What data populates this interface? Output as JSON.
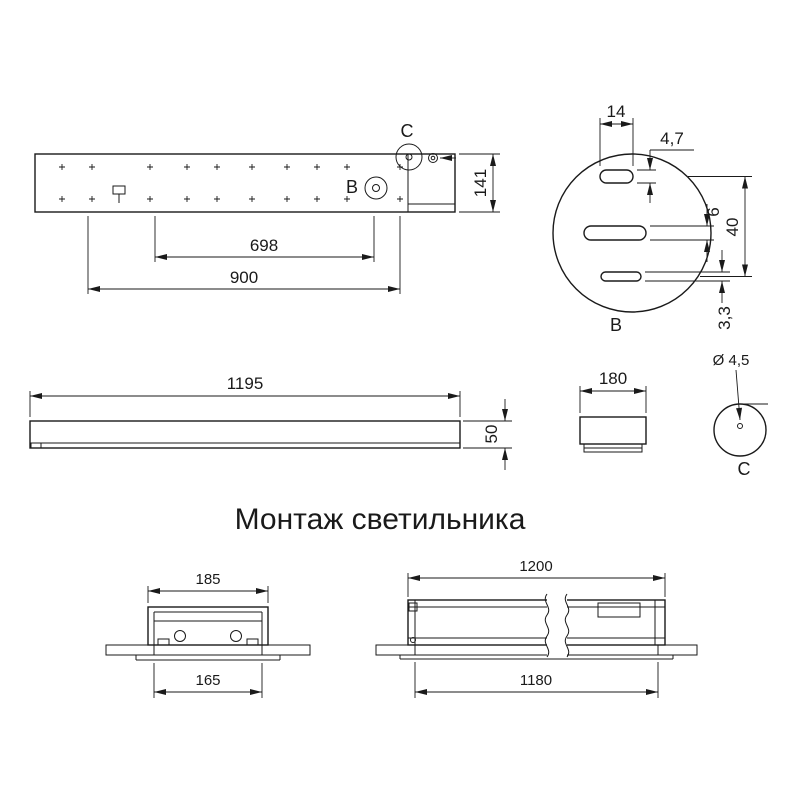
{
  "title": "Монтаж светильника",
  "views": {
    "plan": {
      "dim_698": "698",
      "dim_900": "900",
      "dim_141": "141",
      "label_B": "B",
      "label_C": "C"
    },
    "detailB": {
      "label": "B",
      "dim_14": "14",
      "dim_4_7": "4,7",
      "dim_6": "6",
      "dim_40": "40",
      "dim_3_3": "3,3"
    },
    "side": {
      "dim_1195": "1195",
      "dim_50": "50"
    },
    "end": {
      "dim_180": "180"
    },
    "detailC": {
      "dim_hole": "Ø 4,5",
      "label": "C"
    },
    "mountCross": {
      "dim_185": "185",
      "dim_165": "165"
    },
    "mountLong": {
      "dim_1200": "1200",
      "dim_1180": "1180"
    }
  }
}
